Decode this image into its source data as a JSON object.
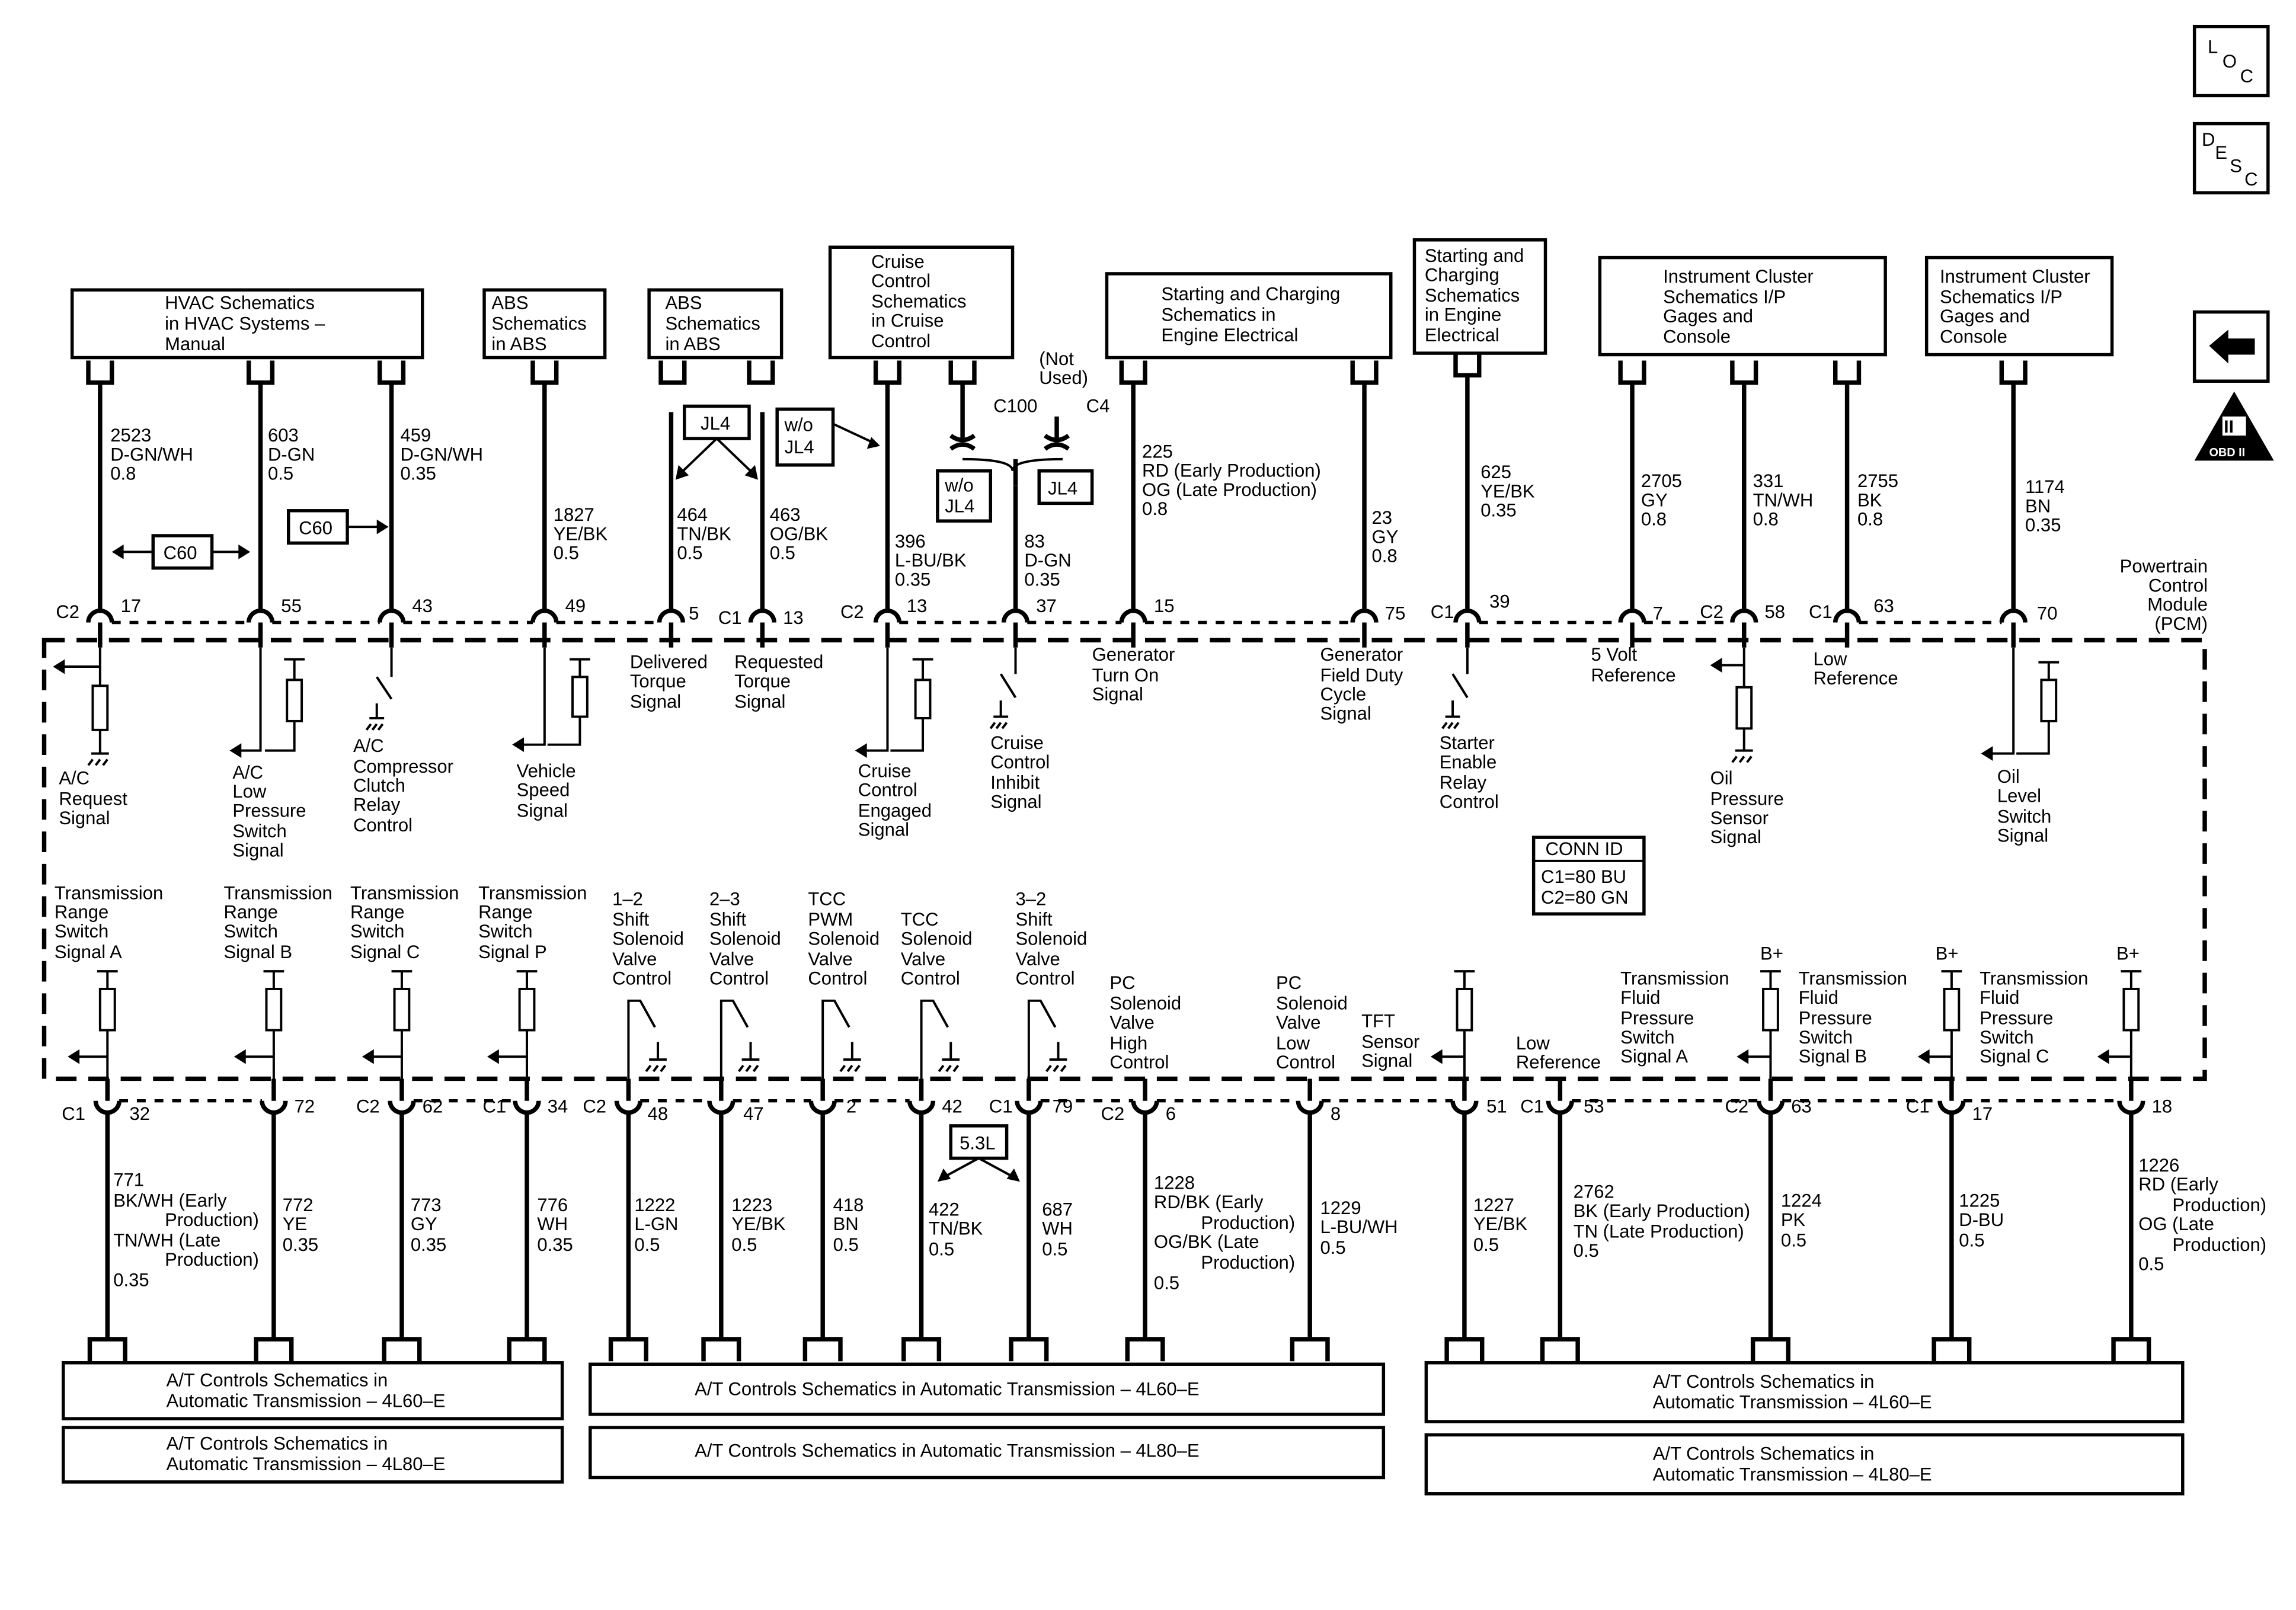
{
  "side_buttons": {
    "loc": [
      "L",
      "O",
      "C"
    ],
    "desc": [
      "D",
      "E",
      "S",
      "C"
    ],
    "obd": "OBD II",
    "obd_numeral": "II"
  },
  "pcm_label": [
    "Powertrain",
    "Control",
    "Module",
    "(PCM)"
  ],
  "conn_id": {
    "title": "CONN ID",
    "lines": [
      "C1=80 BU",
      "C2=80 GN"
    ]
  },
  "top_boxes": [
    {
      "lines": [
        "HVAC Schematics",
        "in HVAC Systems –",
        "Manual"
      ]
    },
    {
      "lines": [
        "ABS",
        "Schematics",
        "in ABS"
      ]
    },
    {
      "lines": [
        "ABS",
        "Schematics",
        "in ABS"
      ]
    },
    {
      "lines": [
        "Cruise",
        "Control",
        "Schematics",
        "in Cruise",
        "Control"
      ]
    },
    {
      "lines": [
        "Starting and Charging",
        "Schematics in",
        "Engine Electrical"
      ]
    },
    {
      "lines": [
        "Starting and",
        "Charging",
        "Schematics",
        "in Engine",
        "Electrical"
      ]
    },
    {
      "lines": [
        "Instrument Cluster",
        "Schematics I/P",
        "Gages and",
        "Console"
      ]
    },
    {
      "lines": [
        "Instrument Cluster",
        "Schematics I/P",
        "Gages and",
        "Console"
      ]
    }
  ],
  "bottom_boxes": [
    {
      "lines": [
        "A/T Controls Schematics in",
        "Automatic Transmission – 4L60–E"
      ]
    },
    {
      "lines": [
        "A/T Controls Schematics in",
        "Automatic Transmission – 4L80–E"
      ]
    },
    {
      "lines": [
        "A/T Controls Schematics in Automatic Transmission – 4L60–E"
      ]
    },
    {
      "lines": [
        "A/T Controls Schematics in Automatic Transmission – 4L80–E"
      ]
    },
    {
      "lines": [
        "A/T Controls Schematics in",
        "Automatic Transmission – 4L60–E"
      ]
    },
    {
      "lines": [
        "A/T Controls Schematics in",
        "Automatic Transmission – 4L80–E"
      ]
    }
  ],
  "top_wires": [
    {
      "conn": "C2",
      "pin": "17",
      "wire": [
        "2523",
        "D-GN/WH",
        "0.8"
      ],
      "signal": [
        "A/C",
        "Request",
        "Signal"
      ]
    },
    {
      "conn": "",
      "pin": "55",
      "wire": [
        "603",
        "D-GN",
        "0.5"
      ],
      "signal": [
        "A/C",
        "Low",
        "Pressure",
        "Switch",
        "Signal"
      ]
    },
    {
      "conn": "",
      "pin": "43",
      "wire": [
        "459",
        "D-GN/WH",
        "0.35"
      ],
      "signal": [
        "A/C",
        "Compressor",
        "Clutch",
        "Relay",
        "Control"
      ]
    },
    {
      "conn": "",
      "pin": "49",
      "wire": [
        "1827",
        "YE/BK",
        "0.5"
      ],
      "signal": [
        "Vehicle",
        "Speed",
        "Signal"
      ]
    },
    {
      "conn": "",
      "pin": "5",
      "wire": [
        "464",
        "TN/BK",
        "0.5"
      ],
      "signal": [
        "Delivered",
        "Torque",
        "Signal"
      ]
    },
    {
      "conn": "C1",
      "pin": "13",
      "wire": [
        "463",
        "OG/BK",
        "0.5"
      ],
      "signal": [
        "Requested",
        "Torque",
        "Signal"
      ]
    },
    {
      "conn": "C2",
      "pin": "13",
      "wire": [
        "396",
        "L-BU/BK",
        "0.35"
      ],
      "signal": [
        "Cruise",
        "Control",
        "Engaged",
        "Signal"
      ]
    },
    {
      "conn": "",
      "pin": "37",
      "wire": [
        "83",
        "D-GN",
        "0.35"
      ],
      "signal": [
        "Cruise",
        "Control",
        "Inhibit",
        "Signal"
      ]
    },
    {
      "conn": "",
      "pin": "15",
      "wire": [
        "225",
        "RD (Early Production)",
        "OG (Late Production)",
        "0.8"
      ],
      "signal": [
        "Generator",
        "Turn On",
        "Signal"
      ]
    },
    {
      "conn": "",
      "pin": "75",
      "wire": [
        "23",
        "GY",
        "0.8"
      ],
      "signal": [
        "Generator",
        "Field Duty",
        "Cycle",
        "Signal"
      ]
    },
    {
      "conn": "C1",
      "pin": "39",
      "wire": [
        "625",
        "YE/BK",
        "0.35"
      ],
      "signal": [
        "Starter",
        "Enable",
        "Relay",
        "Control"
      ]
    },
    {
      "conn": "",
      "pin": "7",
      "wire": [
        "2705",
        "GY",
        "0.8"
      ],
      "signal": [
        "5 Volt",
        "Reference"
      ]
    },
    {
      "conn": "C2",
      "pin": "58",
      "wire": [
        "331",
        "TN/WH",
        "0.8"
      ],
      "signal": [
        "Oil",
        "Pressure",
        "Sensor",
        "Signal"
      ]
    },
    {
      "conn": "C1",
      "pin": "63",
      "wire": [
        "2755",
        "BK",
        "0.8"
      ],
      "signal": [
        "Low",
        "Reference"
      ]
    },
    {
      "conn": "",
      "pin": "70",
      "wire": [
        "1174",
        "BN",
        "0.35"
      ],
      "signal": [
        "Oil",
        "Level",
        "Switch",
        "Signal"
      ]
    }
  ],
  "top_tags": {
    "c60_a": "C60",
    "c60_b": "C60",
    "jl4": "JL4",
    "wo_jl4": [
      "w/o",
      "JL4"
    ],
    "wo_jl4_b": [
      "w/o",
      "JL4"
    ],
    "jl4_b": "JL4",
    "c100": "C100",
    "c4": "C4",
    "not_used": [
      "(Not",
      "Used)"
    ]
  },
  "bottom_wires": [
    {
      "conn": "C1",
      "pin": "32",
      "signal": [
        "Transmission",
        "Range",
        "Switch",
        "Signal A"
      ],
      "wire": [
        "771",
        "BK/WH (Early",
        "Production)",
        "TN/WH (Late",
        "Production)",
        "0.35"
      ]
    },
    {
      "conn": "",
      "pin": "72",
      "signal": [
        "Transmission",
        "Range",
        "Switch",
        "Signal B"
      ],
      "wire": [
        "772",
        "YE",
        "0.35"
      ]
    },
    {
      "conn": "C2",
      "pin": "62",
      "signal": [
        "Transmission",
        "Range",
        "Switch",
        "Signal C"
      ],
      "wire": [
        "773",
        "GY",
        "0.35"
      ]
    },
    {
      "conn": "C1",
      "pin": "34",
      "signal": [
        "Transmission",
        "Range",
        "Switch",
        "Signal P"
      ],
      "wire": [
        "776",
        "WH",
        "0.35"
      ]
    },
    {
      "conn": "C2",
      "pin": "48",
      "signal": [
        "1–2",
        "Shift",
        "Solenoid",
        "Valve",
        "Control"
      ],
      "wire": [
        "1222",
        "L-GN",
        "0.5"
      ]
    },
    {
      "conn": "",
      "pin": "47",
      "signal": [
        "2–3",
        "Shift",
        "Solenoid",
        "Valve",
        "Control"
      ],
      "wire": [
        "1223",
        "YE/BK",
        "0.5"
      ]
    },
    {
      "conn": "",
      "pin": "2",
      "signal": [
        "TCC",
        "PWM",
        "Solenoid",
        "Valve",
        "Control"
      ],
      "wire": [
        "418",
        "BN",
        "0.5"
      ]
    },
    {
      "conn": "",
      "pin": "42",
      "signal": [
        "TCC",
        "Solenoid",
        "Valve",
        "Control"
      ],
      "wire": [
        "422",
        "TN/BK",
        "0.5"
      ]
    },
    {
      "conn": "C1",
      "pin": "79",
      "signal": [
        "3–2",
        "Shift",
        "Solenoid",
        "Valve",
        "Control"
      ],
      "wire": [
        "687",
        "WH",
        "0.5"
      ]
    },
    {
      "conn": "C2",
      "pin": "6",
      "signal": [
        "PC",
        "Solenoid",
        "Valve",
        "High",
        "Control"
      ],
      "wire": [
        "1228",
        "RD/BK (Early",
        "Production)",
        "OG/BK (Late",
        "Production)",
        "0.5"
      ]
    },
    {
      "conn": "",
      "pin": "8",
      "signal": [
        "PC",
        "Solenoid",
        "Valve",
        "Low",
        "Control"
      ],
      "wire": [
        "1229",
        "L-BU/WH",
        "0.5"
      ]
    },
    {
      "conn": "",
      "pin": "51",
      "signal": [
        "TFT",
        "Sensor",
        "Signal"
      ],
      "wire": [
        "1227",
        "YE/BK",
        "0.5"
      ]
    },
    {
      "conn": "C1",
      "pin": "53",
      "signal": [
        "Low",
        "Reference"
      ],
      "wire": [
        "2762",
        "BK (Early Production)",
        "TN (Late Production)",
        "0.5"
      ]
    },
    {
      "conn": "C2",
      "pin": "63",
      "signal": [
        "Transmission",
        "Fluid",
        "Pressure",
        "Switch",
        "Signal B"
      ],
      "wire": [
        "1224",
        "PK",
        "0.5"
      ]
    },
    {
      "conn": "C1",
      "pin": "17",
      "signal": [
        "Transmission",
        "Fluid",
        "Pressure",
        "Switch",
        "Signal C"
      ],
      "wire": [
        "1225",
        "D-BU",
        "0.5"
      ]
    },
    {
      "conn": "",
      "pin": "18",
      "signal": [],
      "wire": [
        "1226",
        "RD (Early",
        "Production)",
        "OG (Late",
        "Production)",
        "0.5"
      ]
    }
  ],
  "bottom_extra_signal": [
    "Transmission",
    "Fluid",
    "Pressure",
    "Switch",
    "Signal A"
  ],
  "bplus": "B+",
  "tag_53l": "5.3L"
}
